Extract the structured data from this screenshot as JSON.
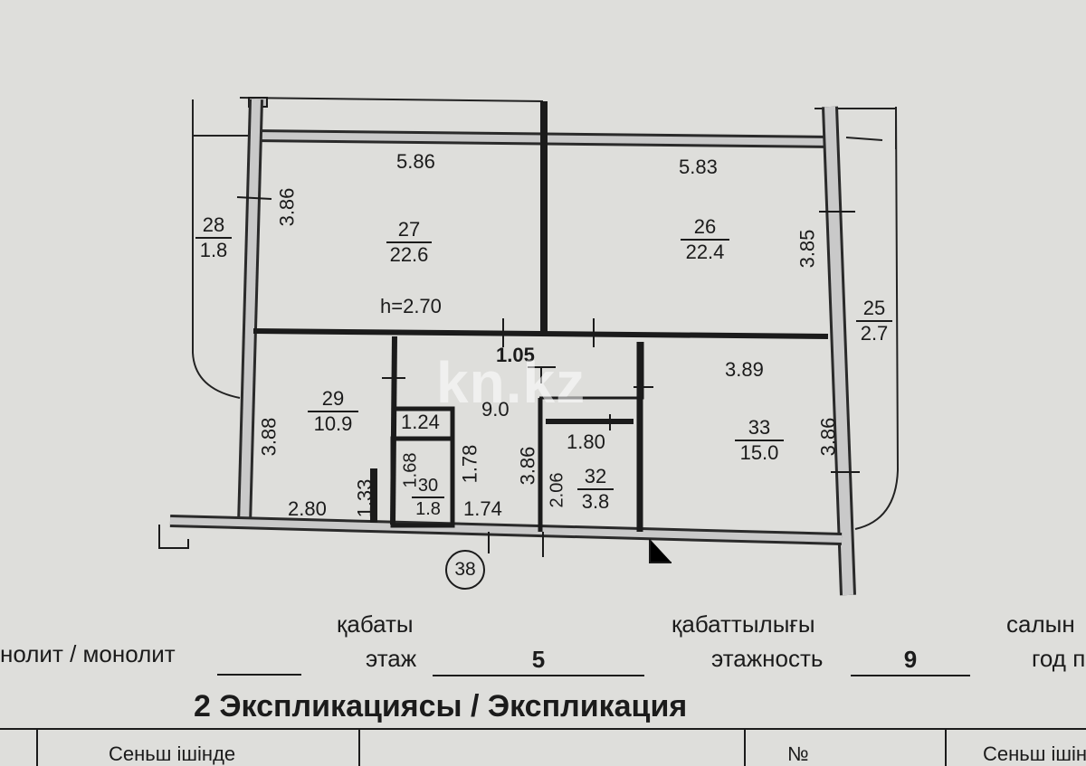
{
  "rooms": [
    {
      "id": "r27",
      "number": "27",
      "area": "22.6",
      "width": "5.86",
      "height": "3.86"
    },
    {
      "id": "r26",
      "number": "26",
      "area": "22.4",
      "width": "5.83",
      "height": "3.85"
    },
    {
      "id": "r29",
      "number": "29",
      "area": "10.9",
      "width": "2.80",
      "height": "3.88"
    },
    {
      "id": "r33",
      "number": "33",
      "area": "15.0",
      "width": "3.89",
      "height": "3.86"
    },
    {
      "id": "r30",
      "number": "30",
      "area": "1.8",
      "width": "1.24",
      "height": "1.68"
    },
    {
      "id": "r32",
      "number": "32",
      "area": "3.8",
      "width": "1.80",
      "height": "2.06"
    },
    {
      "id": "r28",
      "number": "28",
      "area": "1.8"
    },
    {
      "id": "r25",
      "number": "25",
      "area": "2.7"
    }
  ],
  "labels": {
    "ceiling_height": "h=2.70",
    "corridor_dim_top": "1.05",
    "corridor_dim_left": "1.78",
    "corridor_dim_right": "3.86",
    "corridor_dim_bottom": "1.74",
    "room29_door_dim": "1.33",
    "corridor_area": "9.0",
    "entry_marker": "38"
  },
  "watermark": "kn.kz",
  "form": {
    "material": "нолит / монолит",
    "floor_kz": "қабаты",
    "floor_ru": "этаж",
    "floor_value": "5",
    "storeys_kz": "қабаттылығы",
    "storeys_ru": "этажность",
    "storeys_value": "9",
    "year_kz": "салын",
    "year_ru": "год п"
  },
  "explication_heading": "2 Экспликациясы / Экспликация",
  "table_header": {
    "col1": "Сеньш ішінде",
    "col2": "№",
    "col3": "Сеньш ішіне"
  }
}
